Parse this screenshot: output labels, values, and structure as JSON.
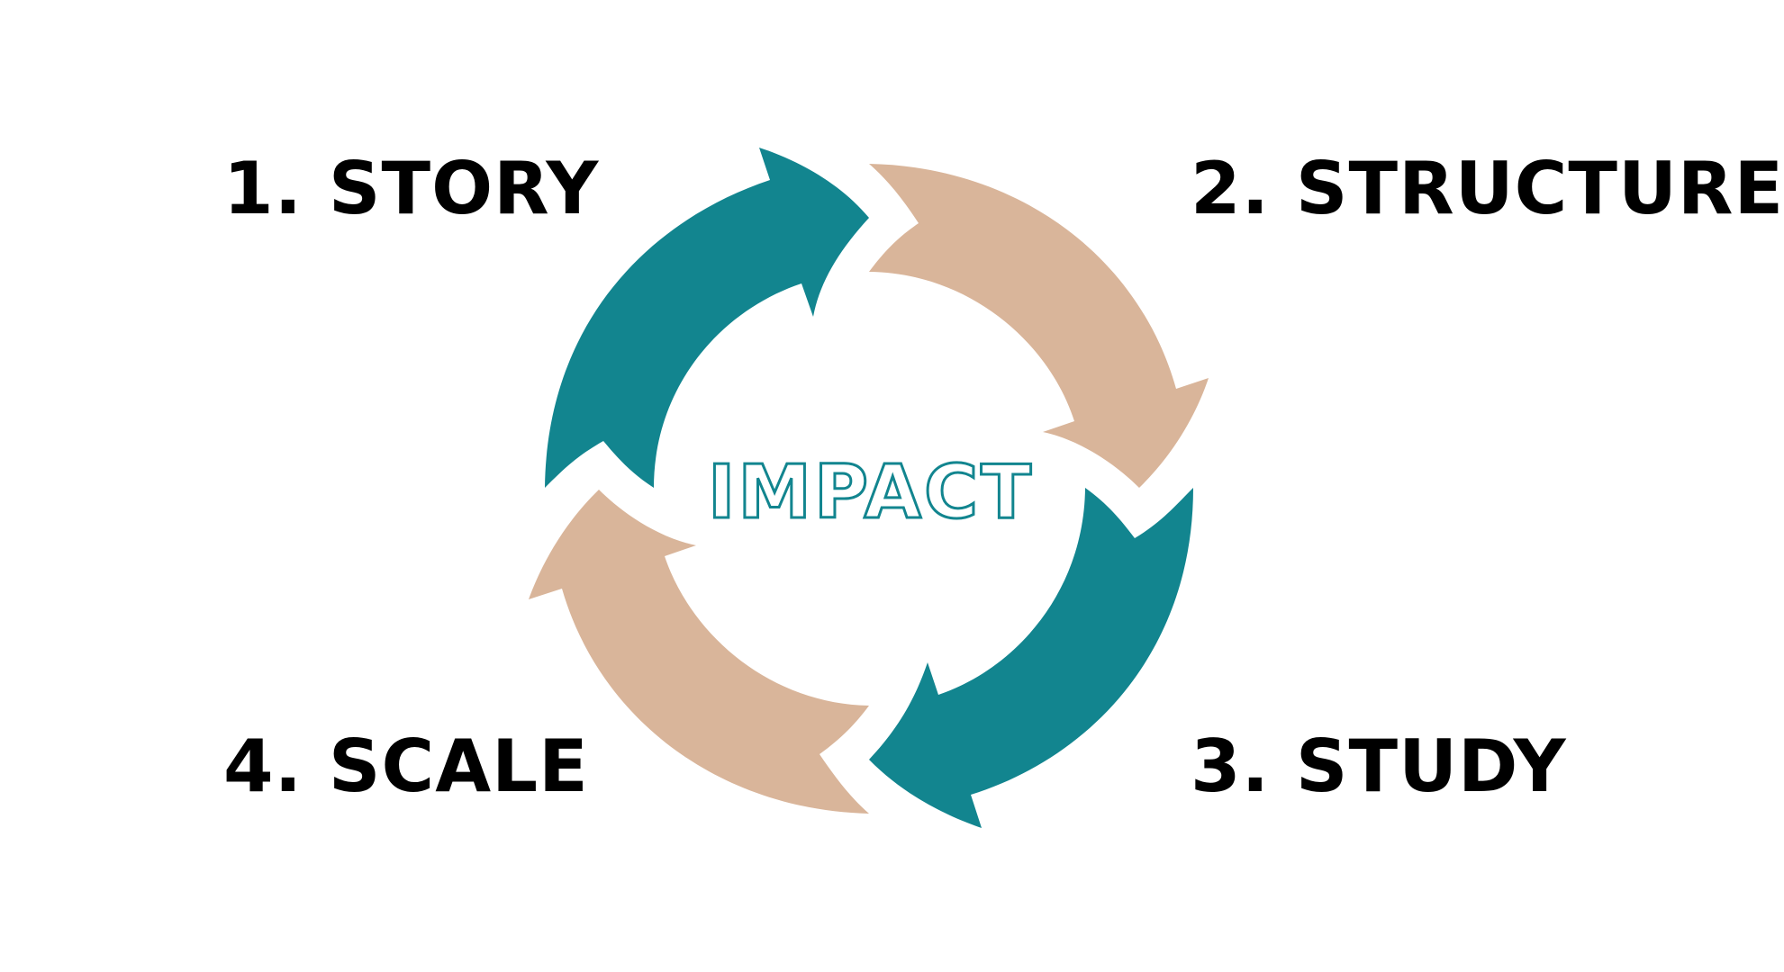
{
  "center": {
    "text": "IMPACT",
    "color": "#12858f"
  },
  "steps": [
    {
      "label": "1. STORY",
      "color": "#12858f"
    },
    {
      "label": "2. STRUCTURE",
      "color": "#d9b59a"
    },
    {
      "label": "3. STUDY",
      "color": "#12858f"
    },
    {
      "label": "4. SCALE",
      "color": "#d9b59a"
    }
  ],
  "colors": {
    "teal": "#12858f",
    "tan": "#d9b59a",
    "label": "#000000"
  }
}
